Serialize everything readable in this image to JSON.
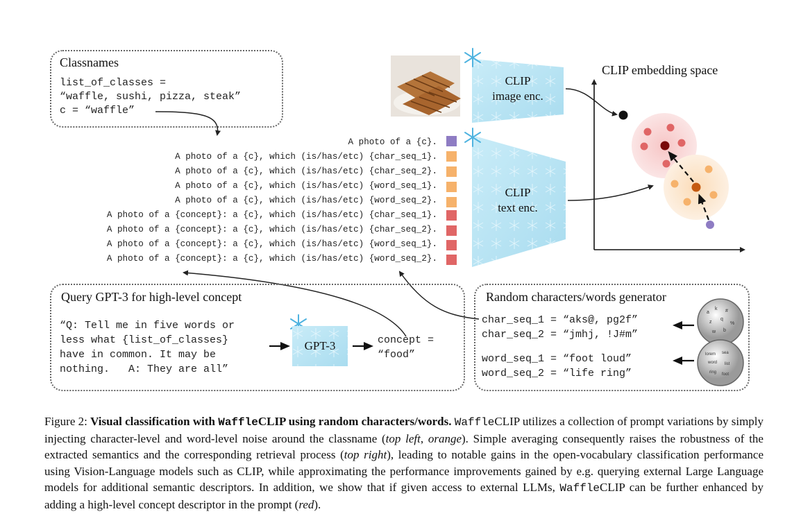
{
  "classnames": {
    "title": "Classnames",
    "lines": [
      "list_of_classes =",
      "“waffle, sushi, pizza, steak”",
      "c = “waffle”"
    ]
  },
  "prompts": [
    {
      "text": "A photo of a {c}.",
      "color": "#8e7cc3"
    },
    {
      "text": "A photo of a {c}, which (is/has/etc) {char_seq_1}.",
      "color": "#f6b26b"
    },
    {
      "text": "A photo of a {c}, which (is/has/etc) {char_seq_2}.",
      "color": "#f6b26b"
    },
    {
      "text": "A photo of a {c}, which (is/has/etc) {word_seq_1}.",
      "color": "#f6b26b"
    },
    {
      "text": "A photo of a {c}, which (is/has/etc) {word_seq_2}.",
      "color": "#f6b26b"
    },
    {
      "text": "A photo of a {concept}: a {c}, which (is/has/etc) {char_seq_1}.",
      "color": "#e06666"
    },
    {
      "text": "A photo of a {concept}: a {c}, which (is/has/etc) {char_seq_2}.",
      "color": "#e06666"
    },
    {
      "text": "A photo of a {concept}: a {c}, which (is/has/etc) {word_seq_1}.",
      "color": "#e06666"
    },
    {
      "text": "A photo of a {concept}: a {c}, which (is/has/etc) {word_seq_2}.",
      "color": "#e06666"
    }
  ],
  "encoders": {
    "image": [
      "CLIP",
      "image enc."
    ],
    "text": [
      "CLIP",
      "text enc."
    ]
  },
  "embedding": {
    "title": "CLIP embedding space"
  },
  "gpt": {
    "title": "Query GPT-3 for high-level concept",
    "question_lines": [
      "“Q: Tell me in five words or",
      "less what {list_of_classes}",
      "have in common. It may be",
      "nothing.   A: They are all”"
    ],
    "model_label": "GPT-3",
    "concept_lines": [
      "concept =",
      "“food”"
    ]
  },
  "random": {
    "title": "Random characters/words generator",
    "char_lines": [
      "char_seq_1 = “aks@, pg2f”",
      "char_seq_2 = “jmhj, !J#m”"
    ],
    "word_lines": [
      "word_seq_1 = “foot loud”",
      "word_seq_2 = “life ring”"
    ]
  },
  "caption": {
    "fig": "Figure 2: ",
    "bold_pre": "Visual classification with ",
    "name": "Waffle",
    "bold_post": "CLIP using random characters/words.",
    "s1": "utilizes a collection of prompt variations by simply injecting character-level and word-level noise around the classname (",
    "i1": "top left",
    "c1": ", ",
    "i2": "orange",
    "s2": "). Simple averaging consequently raises the robustness of the extracted semantics and the corresponding retrieval process (",
    "i3": "top right",
    "s3": "), leading to notable gains in the open-vocabulary classification performance using Vision-Language models such as CLIP, while approximating the performance improvements gained by e.g. querying external Large Language models for additional semantic descriptors. In addition, we show that if given access to external LLMs, ",
    "s4": "can be further enhanced by adding a high-level concept descriptor in the prompt (",
    "i4": "red",
    "s5": ").",
    "clip": "CLIP",
    "space": " "
  },
  "colors": {
    "purple": "#8e7cc3",
    "orange": "#f6b26b",
    "red": "#e06666",
    "dark_red": "#7a0a0a",
    "dark_orange": "#c55a11",
    "ice": "#bfe6f5"
  },
  "icons": [
    "snowflake-icon",
    "waffle-photo",
    "letters-sphere",
    "words-sphere"
  ]
}
